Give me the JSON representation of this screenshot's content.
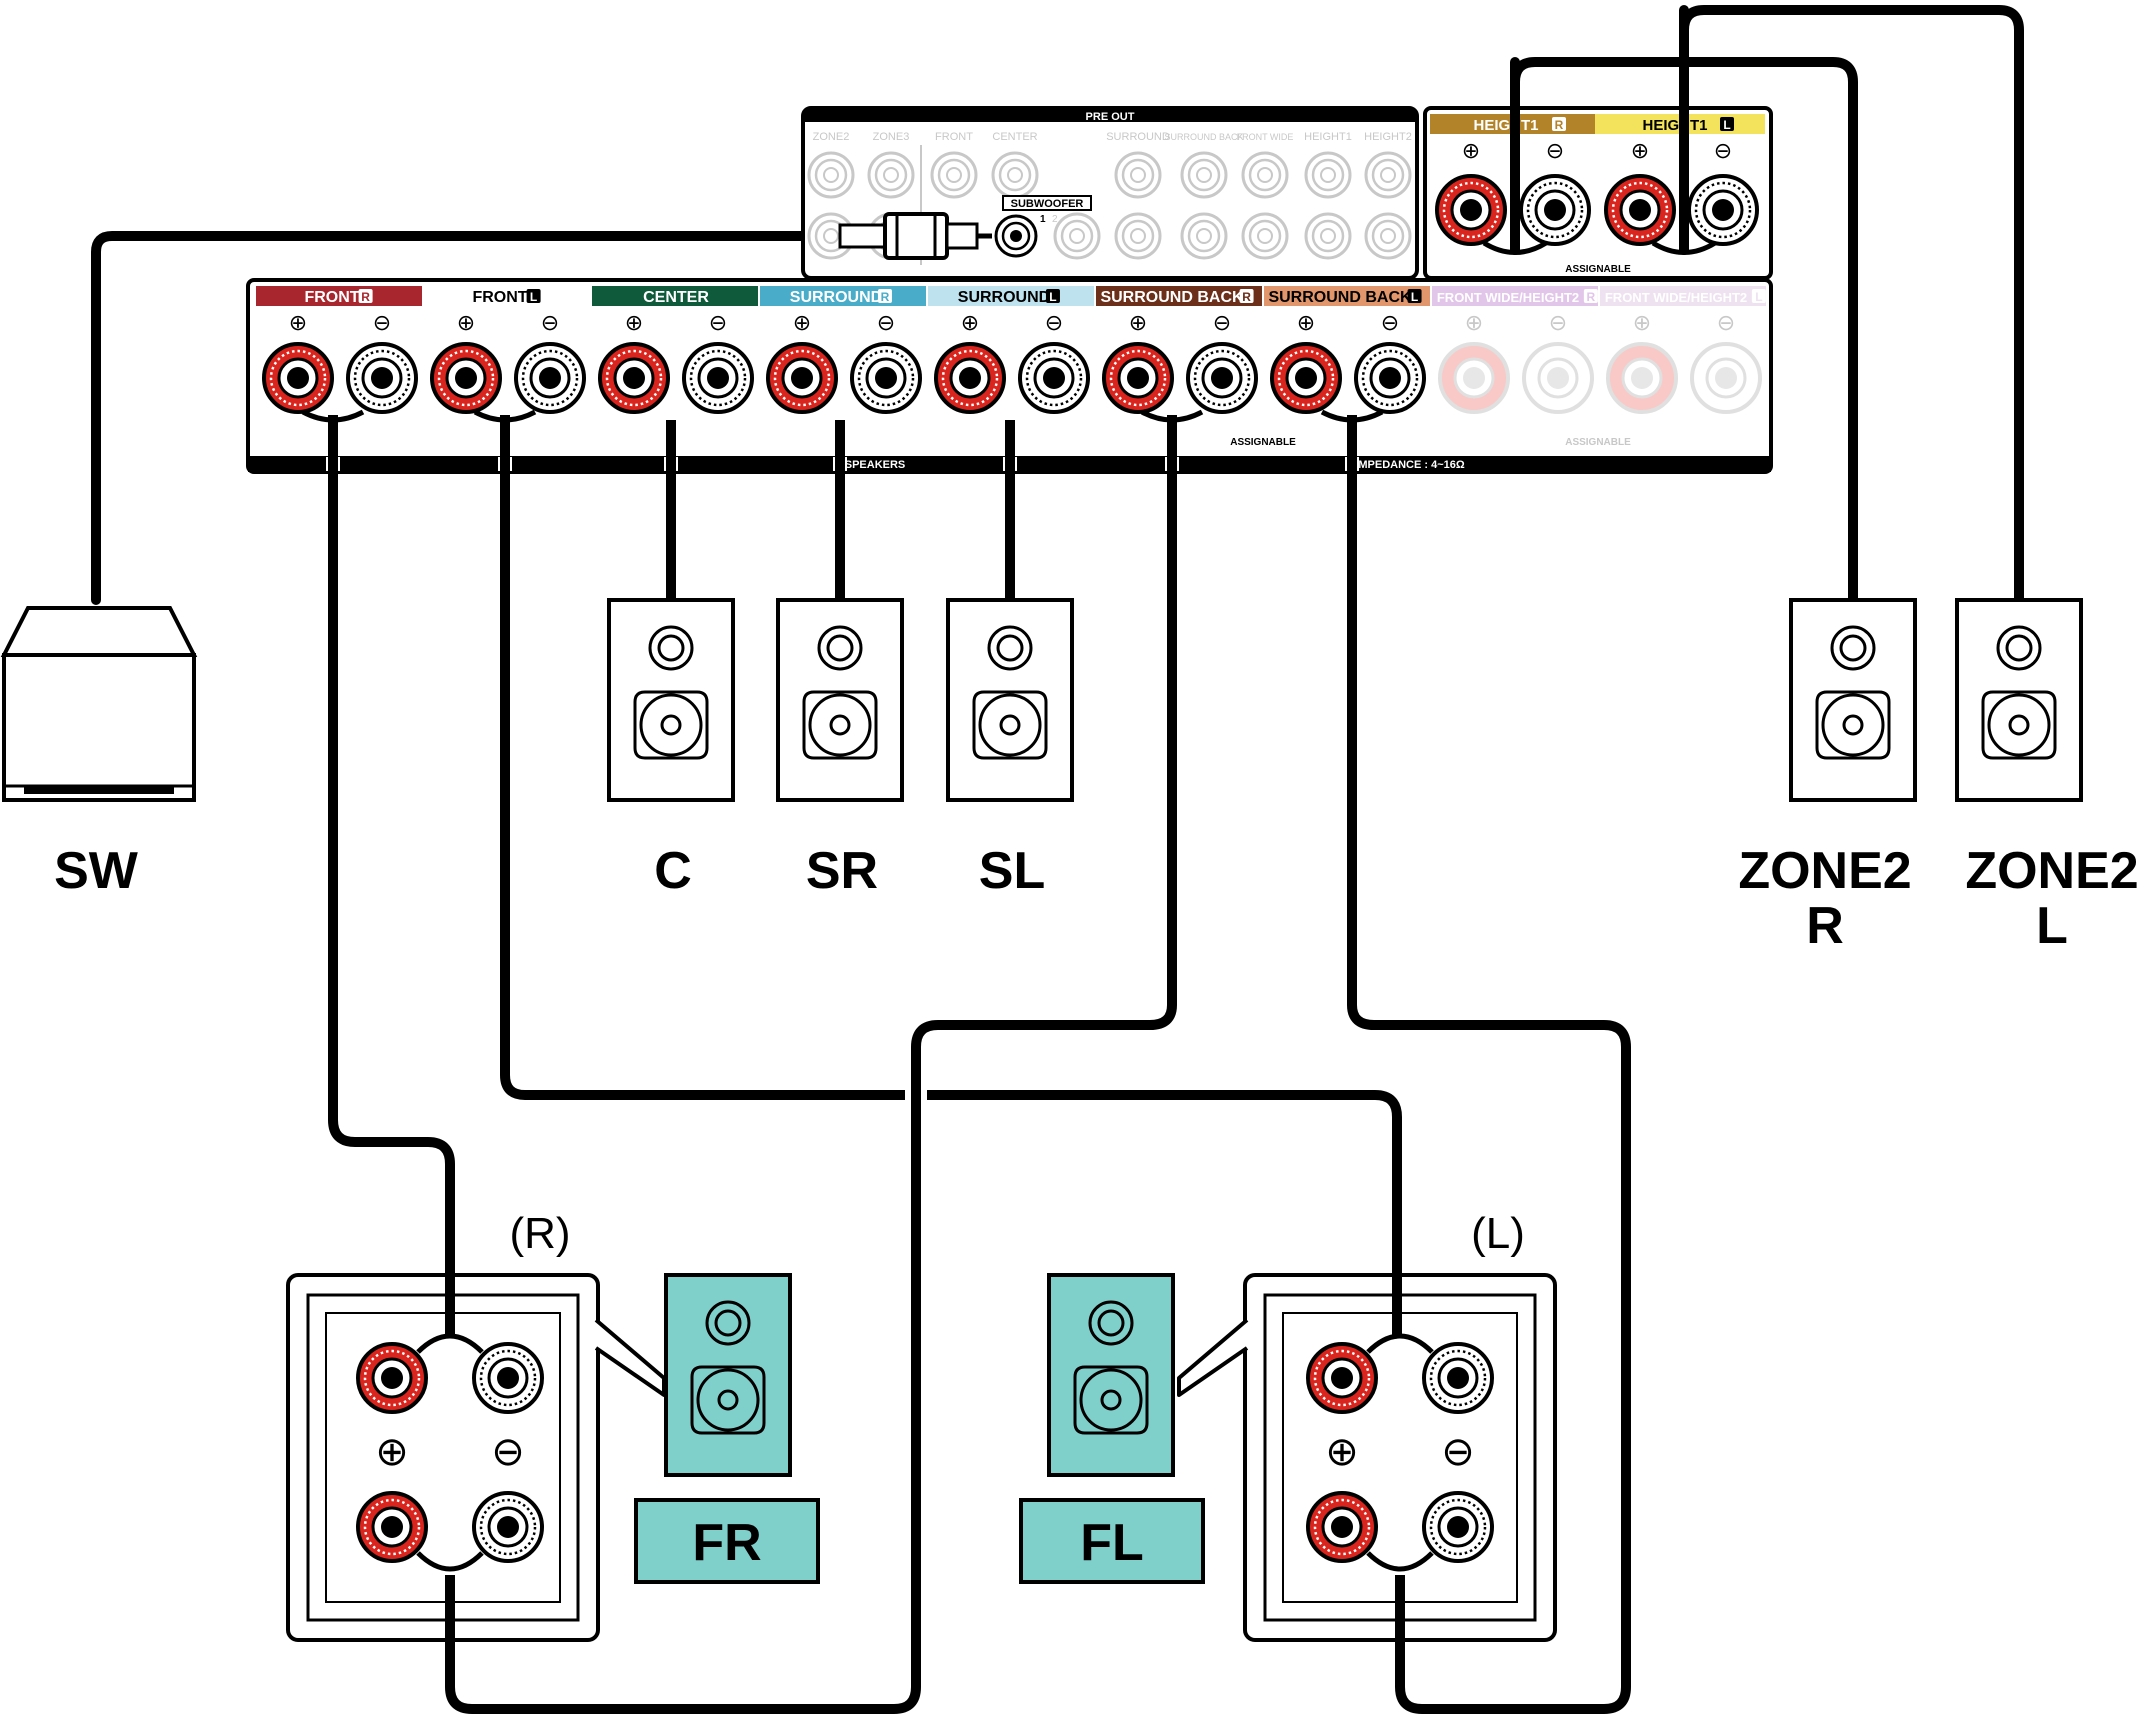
{
  "pre_out": {
    "title": "PRE OUT",
    "labels": [
      "ZONE2",
      "ZONE3",
      "FRONT",
      "CENTER",
      "SURROUND",
      "SURROUND BACK",
      "FRONT WIDE",
      "HEIGHT1",
      "HEIGHT2"
    ],
    "subwoofer": "SUBWOOFER",
    "sub_numbers": [
      "1",
      "2"
    ]
  },
  "height_panel": {
    "r_label": "HEIGHT1",
    "l_label": "HEIGHT1",
    "r_badge": "R",
    "l_badge": "L",
    "assignable": "ASSIGNABLE"
  },
  "speaker_channels": [
    {
      "label": "FRONT",
      "badge": "R",
      "color": "#a8272e",
      "text": "#ffffff",
      "faded": false
    },
    {
      "label": "FRONT",
      "badge": "L",
      "color": "#ffffff",
      "text": "#000000",
      "faded": false
    },
    {
      "label": "CENTER",
      "badge": "",
      "color": "#0f5a3a",
      "text": "#ffffff",
      "faded": false
    },
    {
      "label": "SURROUND",
      "badge": "R",
      "color": "#49acc9",
      "text": "#ffffff",
      "faded": false
    },
    {
      "label": "SURROUND",
      "badge": "L",
      "color": "#bfe3ee",
      "text": "#000000",
      "faded": false
    },
    {
      "label": "SURROUND BACK",
      "badge": "R",
      "color": "#6b2f1a",
      "text": "#ffffff",
      "faded": false
    },
    {
      "label": "SURROUND BACK",
      "badge": "L",
      "color": "#e2966c",
      "text": "#000000",
      "faded": false
    },
    {
      "label": "FRONT WIDE/HEIGHT2",
      "badge": "R",
      "color": "#e2c6ea",
      "text": "#ffffff",
      "faded": true
    },
    {
      "label": "FRONT WIDE/HEIGHT2",
      "badge": "L",
      "color": "#eee2f1",
      "text": "#ffffff",
      "faded": true
    }
  ],
  "bar_labels": {
    "speakers": "SPEAKERS",
    "impedance": "IMPEDANCE : 4~16Ω",
    "assignable_1": "ASSIGNABLE",
    "assignable_2": "ASSIGNABLE"
  },
  "speaker_labels": {
    "sw": "SW",
    "c": "C",
    "sr": "SR",
    "sl": "SL",
    "zone2r_line1": "ZONE2",
    "zone2r_line2": "R",
    "zone2l_line1": "ZONE2",
    "zone2l_line2": "L",
    "fr": "FR",
    "fl": "FL",
    "right_tag": "(R)",
    "left_tag": "(L)"
  },
  "symbols": {
    "plus": "⊕",
    "minus": "⊖"
  },
  "colors": {
    "red_terminal": "#d9251d",
    "front_speaker_fill": "#7fcfcb",
    "height_r": "#b3832a",
    "height_l": "#f3e25c"
  }
}
